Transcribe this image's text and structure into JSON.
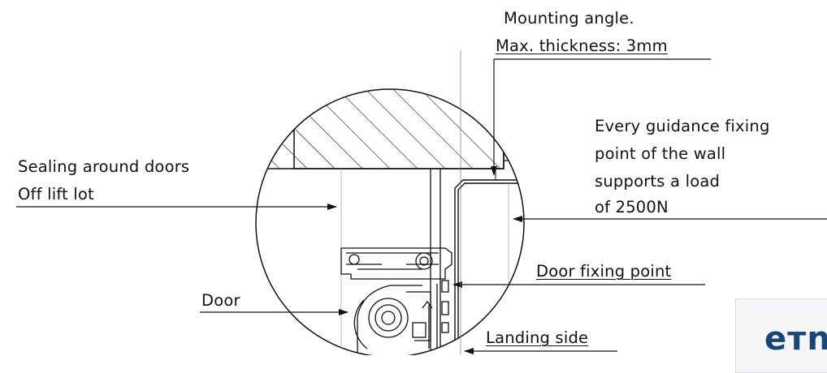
{
  "labels": {
    "mounting_angle_line1": "Mounting angle.",
    "mounting_angle_line2": "Max. thickness: 3mm",
    "guidance_line1": "Every guidance fixing",
    "guidance_line2": "point of the wall",
    "guidance_line3": "supports a load",
    "guidance_line4": "of 2500N",
    "sealing_line1": "Sealing around doors",
    "sealing_line2": "Off lift lot",
    "door_fixing_point": "Door fixing point",
    "door": "Door",
    "landing_side": "Landing side"
  },
  "logo": {
    "text": "eтnc",
    "color": "#16467a"
  },
  "colors": {
    "line": "#111111",
    "background": "#ffffff"
  }
}
